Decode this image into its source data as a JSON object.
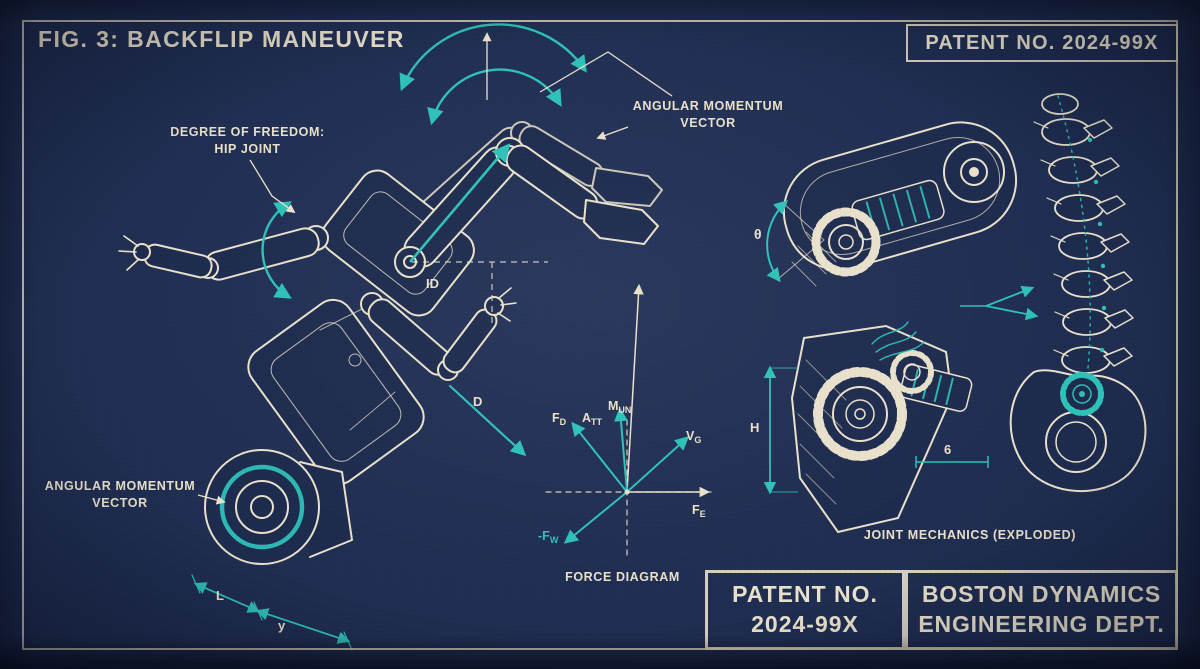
{
  "colors": {
    "background": "#1d2b4e",
    "ink": "#e9e1cb",
    "accent": "#2ec1b8"
  },
  "title": "FIG. 3: BACKFLIP MANEUVER",
  "patent_top": "PATENT NO. 2024-99X",
  "annotations": {
    "dof": {
      "line1": "DEGREE OF FREEDOM:",
      "line2": "HIP JOINT"
    },
    "angular_top": {
      "line1": "ANGULAR MOMENTUM",
      "line2": "VECTOR"
    },
    "angular_left": {
      "line1": "ANGULAR MOMENTUM",
      "line2": "VECTOR"
    },
    "joint_mechanics": "JOINT MECHANICS (EXPLODED)"
  },
  "force_diagram": {
    "title": "FORCE DIAGRAM",
    "labels": {
      "fd": {
        "base": "F",
        "sub": "D"
      },
      "att": {
        "base": "A",
        "sub": "TT"
      },
      "mun": {
        "base": "M",
        "sub": "UN"
      },
      "vg": {
        "base": "V",
        "sub": "G"
      },
      "fe": {
        "base": "F",
        "sub": "E"
      },
      "fw": {
        "base": "-F",
        "sub": "W"
      }
    }
  },
  "dimensions": {
    "id_label": "ID",
    "d_label": "D",
    "theta_label": "θ",
    "h_label": "H",
    "g_label": "6",
    "l_label": "L",
    "y_label": "y"
  },
  "footer": {
    "patent": {
      "line1": "PATENT NO.",
      "line2": "2024-99X"
    },
    "org": {
      "line1": "BOSTON DYNAMICS",
      "line2": "ENGINEERING DEPT."
    }
  }
}
